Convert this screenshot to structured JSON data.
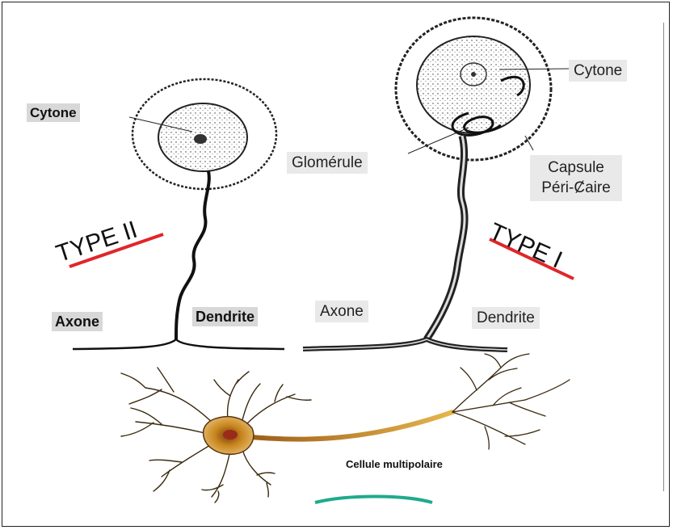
{
  "type2": {
    "cytone": "Cytone",
    "type": "TYPE II",
    "axone": "Axone",
    "dendrite": "Dendrite"
  },
  "type1": {
    "cytone": "Cytone",
    "glomerule": "Glomérule",
    "capsule_line1": "Capsule",
    "capsule_line2": "Péri-Ȼaire",
    "type": "TYPE I",
    "axone": "Axone",
    "dendrite": "Dendrite"
  },
  "multipolar": {
    "caption": "Cellule multipolaire"
  },
  "colors": {
    "underline": "#e0262a",
    "neuron_body": "#c8861e",
    "nucleus": "#9a2a1a",
    "label_bg": "#d8d8d8"
  }
}
